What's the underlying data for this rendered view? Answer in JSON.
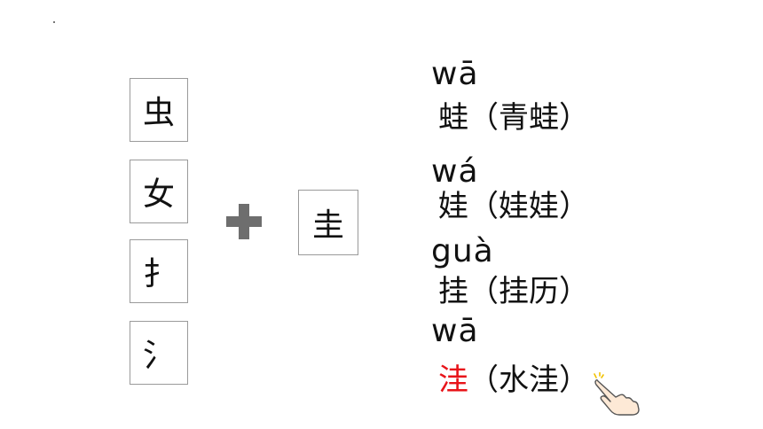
{
  "radicals": [
    "虫",
    "女",
    "扌",
    "氵"
  ],
  "operator_icon": "plus-icon",
  "base_char": "圭",
  "entries": [
    {
      "pinyin": "wā",
      "char": "蛙",
      "word": "（青蛙）"
    },
    {
      "pinyin": "wá",
      "char": "娃",
      "word": "（娃娃）"
    },
    {
      "pinyin": "guà",
      "char": "挂",
      "word": "（挂历）"
    },
    {
      "pinyin": "wā",
      "char": "洼",
      "word": "（水洼）"
    }
  ],
  "colors": {
    "highlight": "#e8141a",
    "plus": "#6e6e6e",
    "hand_fill": "#fde9d6",
    "sparkle": "#f2c200"
  },
  "pointer_icon": "hand-pointer-icon"
}
